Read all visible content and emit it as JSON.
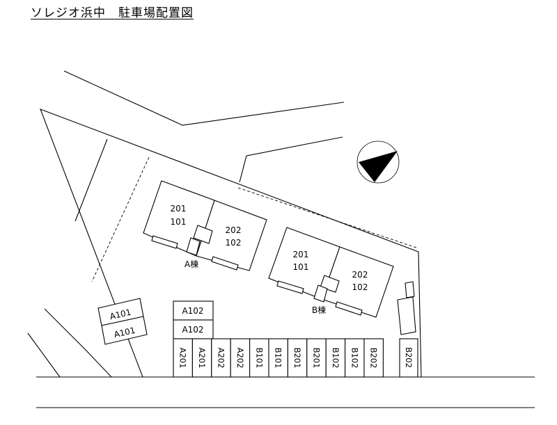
{
  "title": "ソレジオ浜中　駐車場配置図",
  "buildings": {
    "a": {
      "label": "A棟",
      "left_unit": {
        "upper": "201",
        "lower": "101"
      },
      "right_unit": {
        "upper": "202",
        "lower": "102"
      }
    },
    "b": {
      "label": "B棟",
      "left_unit": {
        "upper": "201",
        "lower": "101"
      },
      "right_unit": {
        "upper": "202",
        "lower": "102"
      }
    }
  },
  "parking": {
    "angled": [
      "A101",
      "A101"
    ],
    "stacked": [
      "A102",
      "A102"
    ],
    "row": [
      "A201",
      "A201",
      "A202",
      "A202",
      "B101",
      "B101",
      "B201",
      "B201",
      "B102",
      "B102",
      "B202"
    ],
    "separate": [
      "B202"
    ]
  },
  "north_icon": "north-arrow-icon"
}
